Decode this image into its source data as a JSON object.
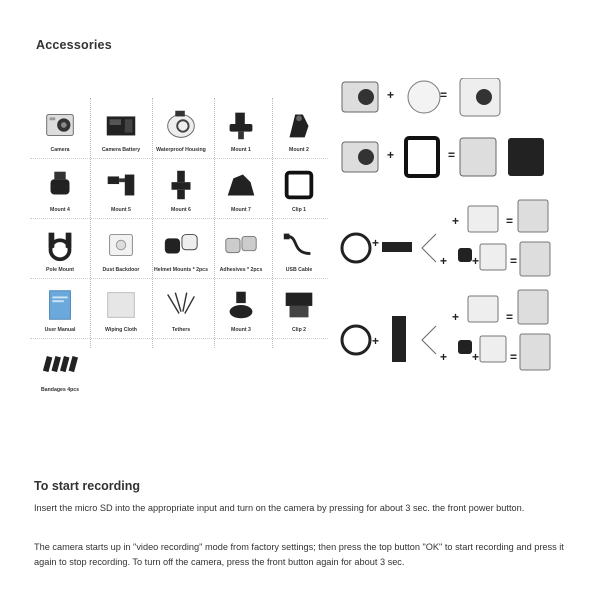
{
  "accessories": {
    "heading": "Accessories",
    "items": [
      {
        "label": "Camera",
        "icon": "camera-icon"
      },
      {
        "label": "Camera Battery",
        "icon": "battery-icon"
      },
      {
        "label": "Waterproof Housing",
        "icon": "housing-icon"
      },
      {
        "label": "Mount 1",
        "icon": "mount-icon"
      },
      {
        "label": "Mount 2",
        "icon": "mount-icon"
      },
      {
        "label": "Mount 4",
        "icon": "mount-icon"
      },
      {
        "label": "Mount 5",
        "icon": "mount-icon"
      },
      {
        "label": "Mount 6",
        "icon": "mount-icon"
      },
      {
        "label": "Mount 7",
        "icon": "mount-icon"
      },
      {
        "label": "Clip 1",
        "icon": "clip-icon"
      },
      {
        "label": "Pole Mount",
        "icon": "pole-mount-icon"
      },
      {
        "label": "Dust Backdoor",
        "icon": "backdoor-icon"
      },
      {
        "label": "Helmet Mounts * 2pcs",
        "icon": "helmet-mount-icon"
      },
      {
        "label": "Adhesives * 2pcs",
        "icon": "adhesive-icon"
      },
      {
        "label": "USB Cable",
        "icon": "usb-cable-icon"
      },
      {
        "label": "User Manual",
        "icon": "manual-icon"
      },
      {
        "label": "Wiping Cloth",
        "icon": "cloth-icon"
      },
      {
        "label": "Tethers",
        "icon": "tether-icon"
      },
      {
        "label": "Mount 3",
        "icon": "mount-icon"
      },
      {
        "label": "Clip 2",
        "icon": "clip-icon"
      },
      {
        "label": "Bandages 4pcs",
        "icon": "bandage-icon"
      }
    ]
  },
  "assembly": {
    "plus": "+",
    "equals": "="
  },
  "recording": {
    "heading": "To start recording",
    "para1": "Insert the micro SD into the appropriate input and turn on the camera by pressing for about 3 sec. the front power button.",
    "para2": "The camera starts up in \"video recording\" mode from factory settings; then press the top button \"OK\" to start recording and press it again to stop recording. To turn off the camera, press the front button again for about 3 sec."
  }
}
